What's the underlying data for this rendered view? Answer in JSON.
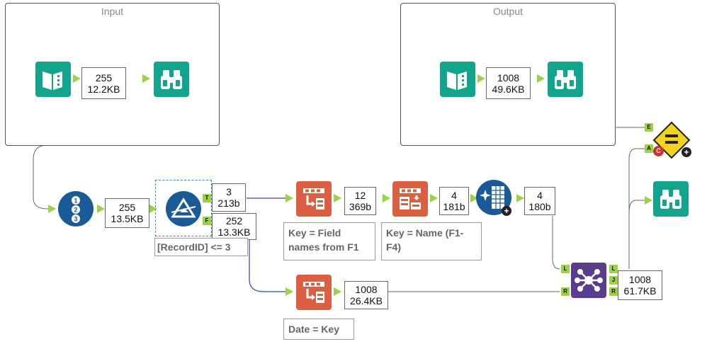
{
  "containers": {
    "input": {
      "title": "Input"
    },
    "output": {
      "title": "Output"
    }
  },
  "records": {
    "input_out": {
      "count": "255",
      "size": "12.2KB"
    },
    "output_out": {
      "count": "1008",
      "size": "49.6KB"
    },
    "recordid_out": {
      "count": "255",
      "size": "13.5KB"
    },
    "filter_true": {
      "count": "3",
      "size": "213b"
    },
    "filter_false": {
      "count": "252",
      "size": "13.3KB"
    },
    "dyn_rename1_out": {
      "count": "12",
      "size": "369b"
    },
    "dyn_rename2_out": {
      "count": "4",
      "size": "181b"
    },
    "crosstab_out": {
      "count": "4",
      "size": "180b"
    },
    "dyn_rename3_out": {
      "count": "1008",
      "size": "26.4KB"
    },
    "join_out": {
      "count": "1008",
      "size": "61.7KB"
    }
  },
  "annotations": {
    "filter": "[RecordID] <= 3",
    "rename1": "Key = Field names from F1",
    "rename2": "Key = Name (F1-F4)",
    "rename3": "Date = Key"
  },
  "anchors": {
    "filter_true": "T",
    "filter_false": "F",
    "join_left": "L",
    "join_right": "R",
    "join_l_out": "L",
    "join_j_out": "J",
    "join_r_out": "R",
    "test_e": "E",
    "test_a": "A",
    "test_c": "C"
  },
  "colors": {
    "teal": "#13a48d",
    "orange": "#dd5f43",
    "blue": "#1a5a96",
    "purple": "#5b3b8c",
    "anchor": "#9bd246",
    "test_yellow": "#f2d41c"
  },
  "icons": [
    "input-data-icon",
    "browse-icon",
    "record-id-icon",
    "filter-icon",
    "dynamic-rename-icon",
    "cross-tab-icon",
    "join-icon",
    "test-icon"
  ]
}
